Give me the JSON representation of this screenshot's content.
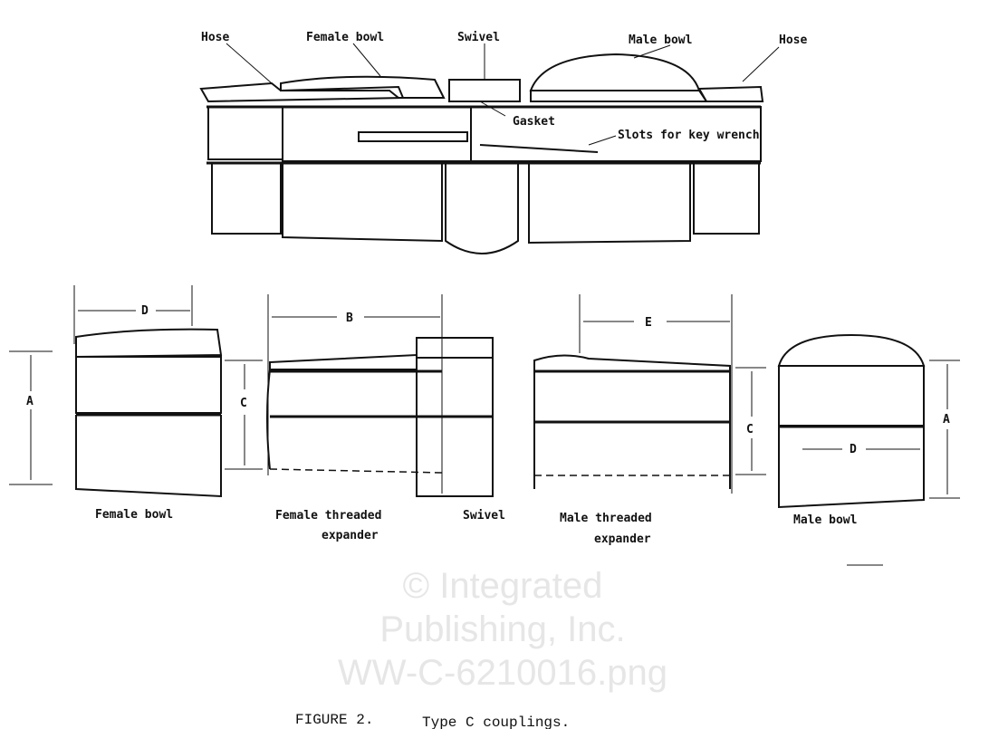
{
  "watermark": {
    "line1": "© Integrated",
    "line2": "Publishing, Inc.",
    "line3": "WW-C-6210016.png"
  },
  "assembly_labels": {
    "hose_left": "Hose",
    "female_bowl": "Female bowl",
    "swivel": "Swivel",
    "male_bowl": "Male bowl",
    "hose_right": "Hose",
    "gasket": "Gasket",
    "slots": "Slots for key wrench"
  },
  "dimensions": {
    "d_left": "D",
    "a_left": "A",
    "b": "B",
    "c_left": "C",
    "e": "E",
    "c_right": "C",
    "a_right": "A",
    "d_right": "D"
  },
  "part_labels": {
    "female_bowl": "Female bowl",
    "female_expander_1": "Female threaded",
    "female_expander_2": "expander",
    "swivel": "Swivel",
    "male_expander_1": "Male threaded",
    "male_expander_2": "expander",
    "male_bowl": "Male bowl"
  },
  "caption": {
    "figure": "FIGURE 2.",
    "title": "Type C couplings."
  }
}
